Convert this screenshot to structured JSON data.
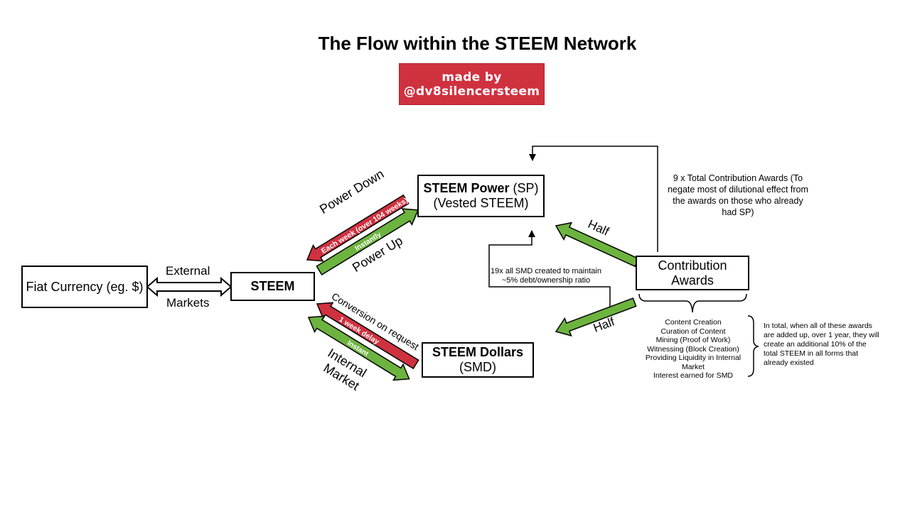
{
  "title": "The Flow within the STEEM Network",
  "badge": {
    "line1": "made by",
    "line2": "@dv8silencersteem"
  },
  "nodes": {
    "fiat": "Fiat Currency (eg. $)",
    "steem": "STEEM",
    "sp_bold": "STEEM Power",
    "sp_rest": " (SP)",
    "sp_line2": "(Vested STEEM)",
    "smd_line1": "STEEM Dollars",
    "smd_line2": "(SMD)",
    "contrib_line1": "Contribution",
    "contrib_line2": "Awards"
  },
  "labels": {
    "external": "External",
    "markets": "Markets",
    "power_down": "Power Down",
    "power_down_detail": "Each week (over 104 weeks)",
    "power_up_detail": "Instantly",
    "power_up": "Power Up",
    "conversion": "Conversion on request",
    "conversion_detail": "1 week delay",
    "internal_detail": "Instant",
    "internal_line1": "Internal",
    "internal_line2": "Market",
    "half_top": "Half",
    "half_bottom": "Half",
    "smd_note_line1": "19x all SMD created to maintain",
    "smd_note_line2": "~5% debt/ownership ratio",
    "sp_note_line1": "9 x Total Contribution Awards (To",
    "sp_note_line2": "negate most of dilutional effect from",
    "sp_note_line3": "the awards on those who already",
    "sp_note_line4": "had SP)",
    "summary_line1": "In total, when all of these awards",
    "summary_line2": "are added up, over 1 year, they will",
    "summary_line3": "create an additional 10% of the",
    "summary_line4": "total STEEM in all forms that",
    "summary_line5": "already existed"
  },
  "contribution_sources": [
    "Content Creation",
    "Curation of Content",
    "Mining (Proof of Work)",
    "Witnessing (Block Creation)",
    "Providing Liquidity in Internal",
    "Market",
    "Interest earned for SMD"
  ],
  "colors": {
    "red": "#d0313f",
    "green": "#6db33f",
    "badge": "#d0313f"
  }
}
